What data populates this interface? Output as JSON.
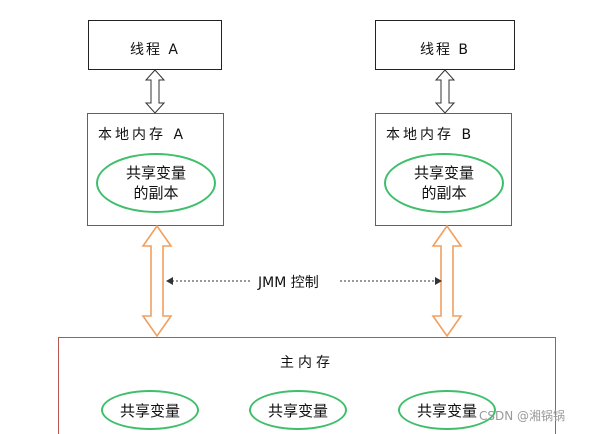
{
  "thread_a": {
    "label": "线程 A"
  },
  "thread_b": {
    "label": "线程 B"
  },
  "local_a": {
    "label": "本地内存 A",
    "copy_line1": "共享变量",
    "copy_line2": "的副本"
  },
  "local_b": {
    "label": "本地内存 B",
    "copy_line1": "共享变量",
    "copy_line2": "的副本"
  },
  "jmm": {
    "label": "JMM 控制"
  },
  "main_memory": {
    "label": "主内存",
    "variables": [
      "共享变量",
      "共享变量",
      "共享变量"
    ]
  },
  "watermark": {
    "text": "CSDN @湘锅锅"
  },
  "colors": {
    "thread_border": "#222222",
    "local_border": "#6b4fa0",
    "main_border": "#b85450",
    "oval_border": "#3fbf6b",
    "orange_arrow": "#f0a060"
  }
}
